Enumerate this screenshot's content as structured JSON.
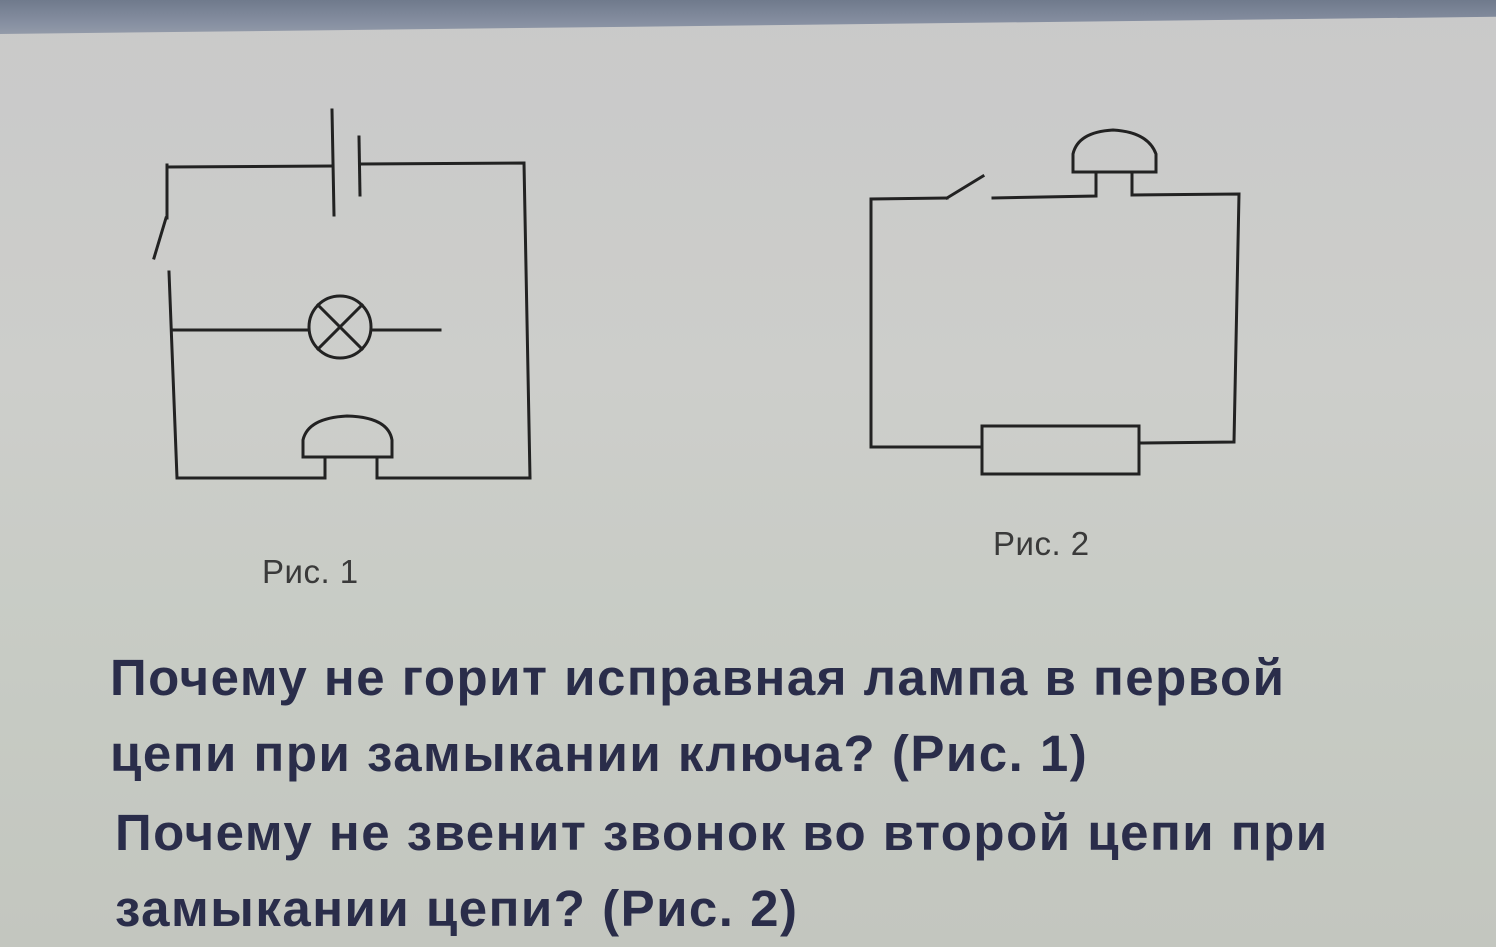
{
  "figures": [
    {
      "id": "fig1",
      "caption": "Рис. 1",
      "components": [
        "battery",
        "open-switch",
        "lamp",
        "bell"
      ],
      "description": "Battery on top wire, open switch on left wire, lamp branch connected only on left (open on right), bell on bottom wire"
    },
    {
      "id": "fig2",
      "caption": "Рис. 2",
      "components": [
        "open-switch",
        "bell",
        "resistor"
      ],
      "description": "Open switch and bell on top wire, resistor on bottom wire"
    }
  ],
  "questions": [
    {
      "lines": [
        "Почему не горит исправная лампа в первой",
        "цепи при замыкании ключа? (Рис. 1)"
      ]
    },
    {
      "lines": [
        "Почему не звенит звонок во второй цепи при",
        "замыкании цепи? (Рис. 2)"
      ]
    }
  ],
  "colors": {
    "background": "#cbccc8",
    "wire": "#222222",
    "question_text": "#2a2d4a",
    "caption_text": "#3a3a3a",
    "top_band": "#7d8698"
  }
}
